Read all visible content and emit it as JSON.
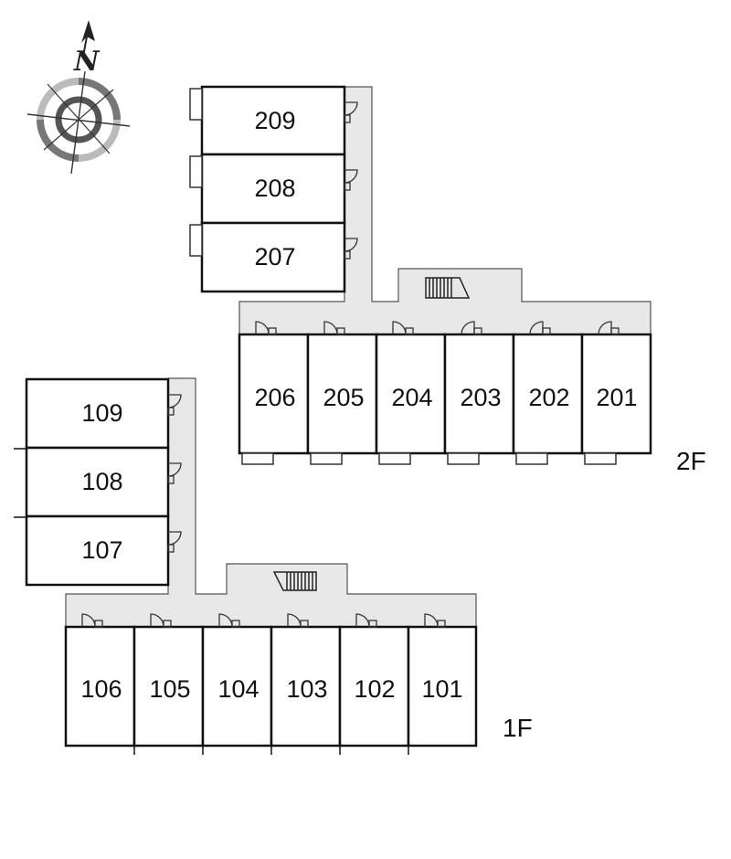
{
  "compass": {
    "label": "N"
  },
  "floors": {
    "second": {
      "label": "2F",
      "wing_units": [
        "209",
        "208",
        "207"
      ],
      "row_units": [
        "206",
        "205",
        "204",
        "203",
        "202",
        "201"
      ]
    },
    "first": {
      "label": "1F",
      "wing_units": [
        "109",
        "108",
        "107"
      ],
      "row_units": [
        "106",
        "105",
        "104",
        "103",
        "102",
        "101"
      ]
    }
  }
}
